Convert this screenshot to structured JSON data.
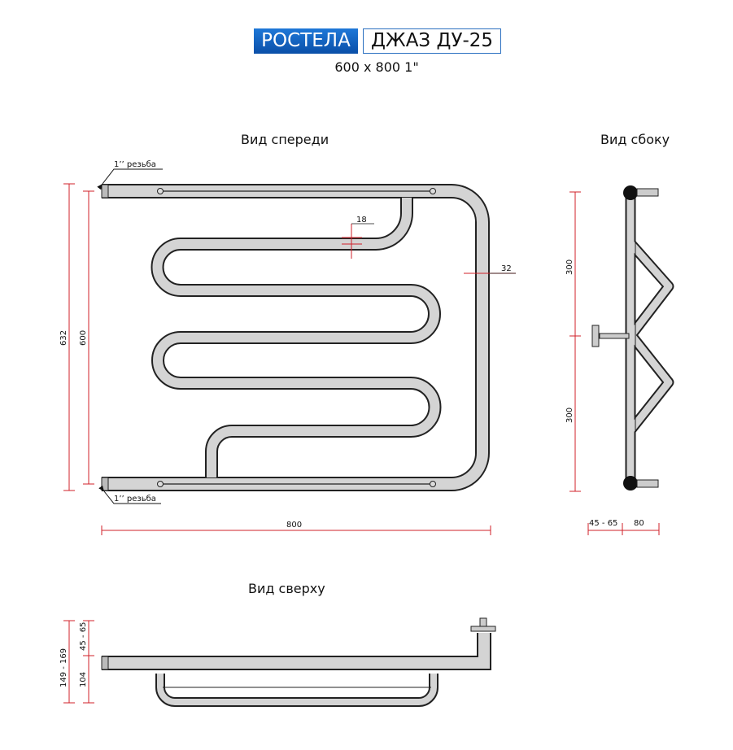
{
  "header": {
    "brand": "РОСТЕЛА",
    "model": "ДЖАЗ ДУ-25",
    "subtitle": "600 x 800 1\""
  },
  "views": {
    "front": "Вид спереди",
    "side": "Вид сбоку",
    "top": "Вид сверху"
  },
  "labels": {
    "thread_top": "1’’ резьба",
    "thread_bottom": "1’’ резьба"
  },
  "dimensions": {
    "front_height_total": "632",
    "front_height_axis": "600",
    "front_width": "800",
    "gap": "18",
    "tube_diameter": "32",
    "side_upper": "300",
    "side_lower": "300",
    "side_wall_offset": "45 - 65",
    "side_depth": "80",
    "top_total": "149 - 169",
    "top_wall_offset": "45 - 65",
    "top_depth": "104"
  },
  "colors": {
    "dimension": "#d0202a",
    "brand": "#0a5cbf",
    "tube": "#cfcfcf",
    "outline": "#222222"
  }
}
